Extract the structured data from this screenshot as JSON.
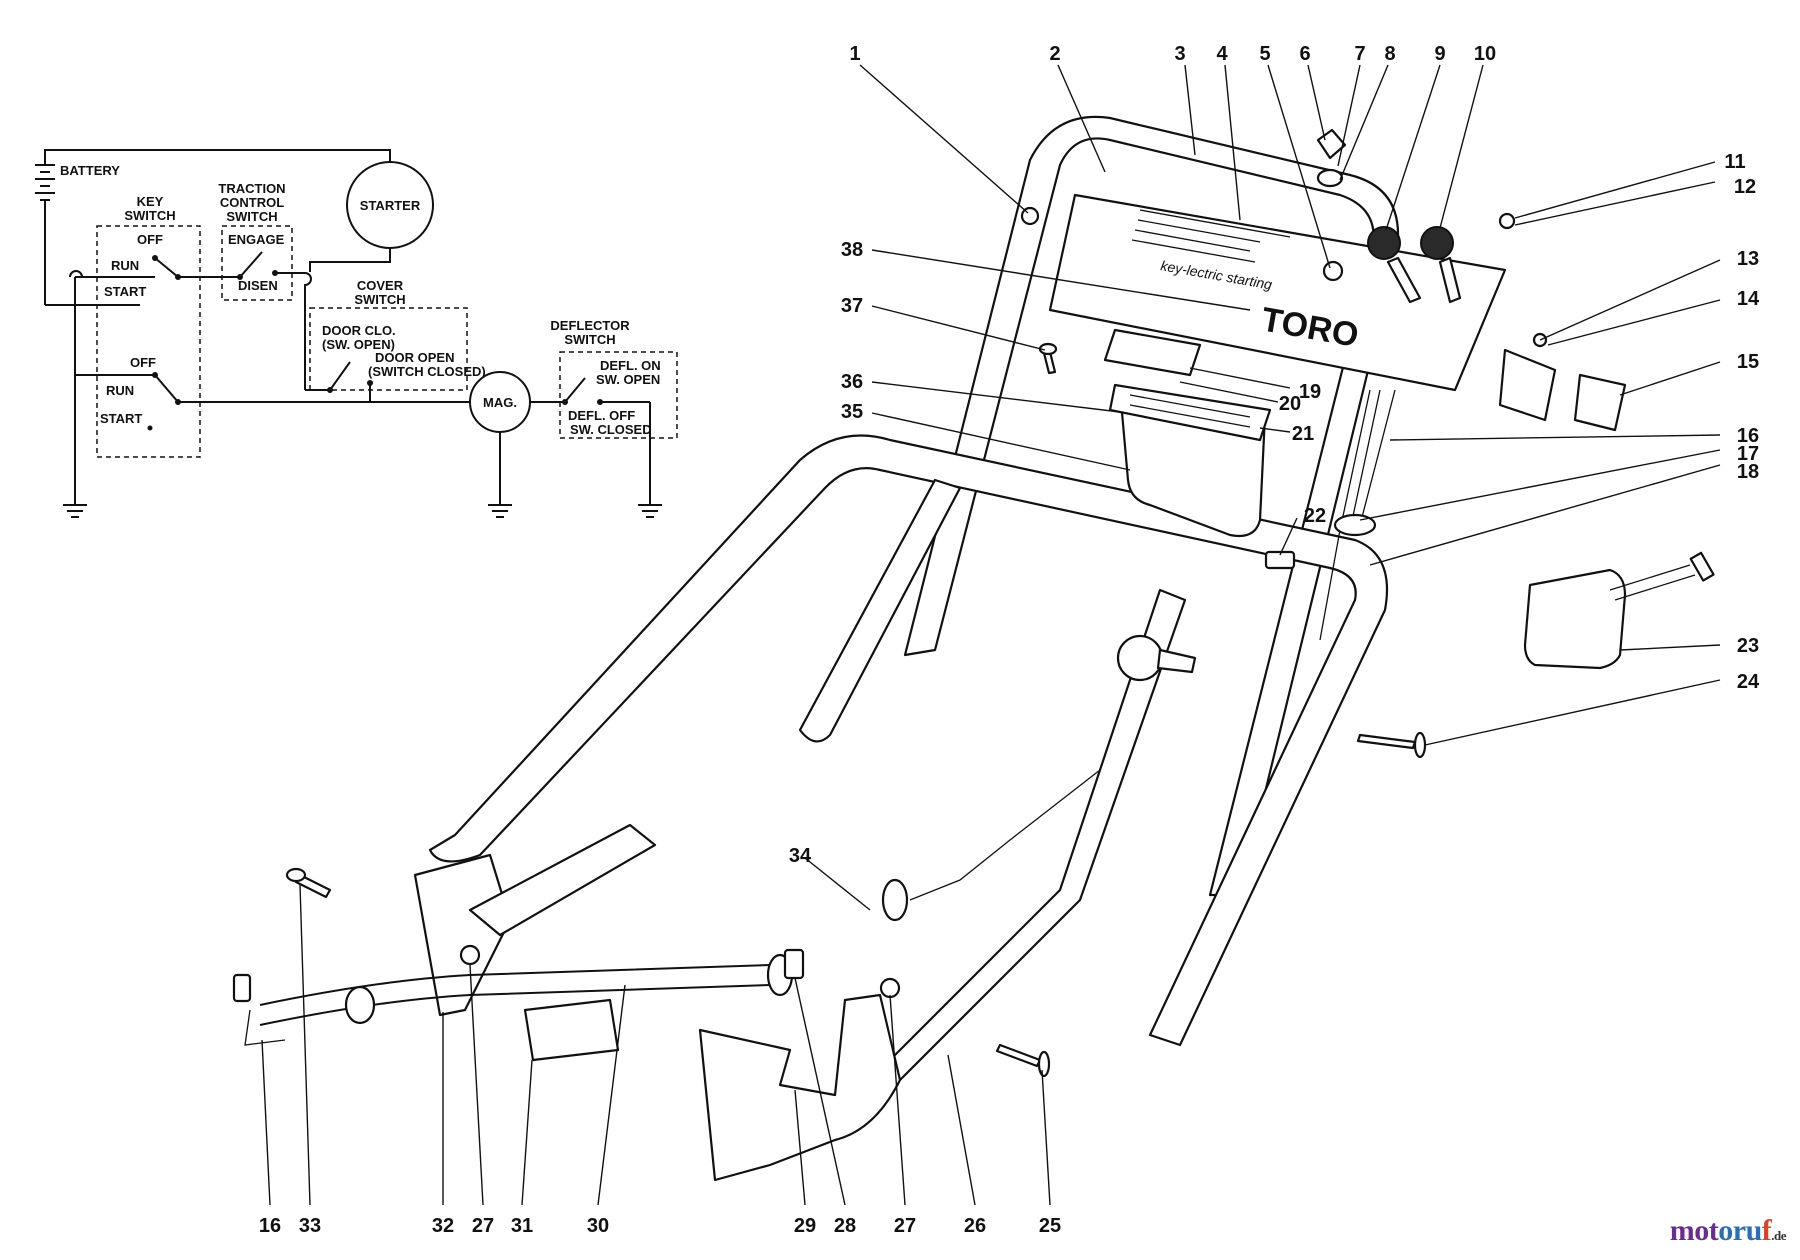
{
  "schematic": {
    "battery": "BATTERY",
    "key_switch": [
      "KEY",
      "SWITCH"
    ],
    "traction_switch": [
      "TRACTION",
      "CONTROL",
      "SWITCH"
    ],
    "starter": "STARTER",
    "cover_switch": [
      "COVER",
      "SWITCH"
    ],
    "deflector_switch": [
      "DEFLECTOR",
      "SWITCH"
    ],
    "mag": "MAG.",
    "off": "OFF",
    "run": "RUN",
    "start": "START",
    "engage": "ENGAGE",
    "disen": "DISEN",
    "door_clo": [
      "DOOR CLO.",
      "(SW. OPEN)"
    ],
    "door_open": [
      "DOOR OPEN",
      "(SWITCH CLOSED)"
    ],
    "defl_on": [
      "DEFL. ON",
      "SW. OPEN"
    ],
    "defl_off": [
      "DEFL. OFF",
      "SW. CLOSED"
    ]
  },
  "decal": {
    "brand": "TORO",
    "text": "key-lectric starting"
  },
  "callouts": [
    "1",
    "2",
    "3",
    "4",
    "5",
    "6",
    "7",
    "8",
    "9",
    "10",
    "11",
    "12",
    "13",
    "14",
    "15",
    "16",
    "17",
    "18",
    "19",
    "20",
    "21",
    "22",
    "23",
    "24",
    "25",
    "26",
    "27",
    "28",
    "29",
    "30",
    "31",
    "32",
    "33",
    "34",
    "35",
    "36",
    "37",
    "38",
    "16",
    "27"
  ],
  "watermark": {
    "p1": "mot",
    "p2": "oru",
    "p3": "f",
    "suffix": ".de"
  }
}
